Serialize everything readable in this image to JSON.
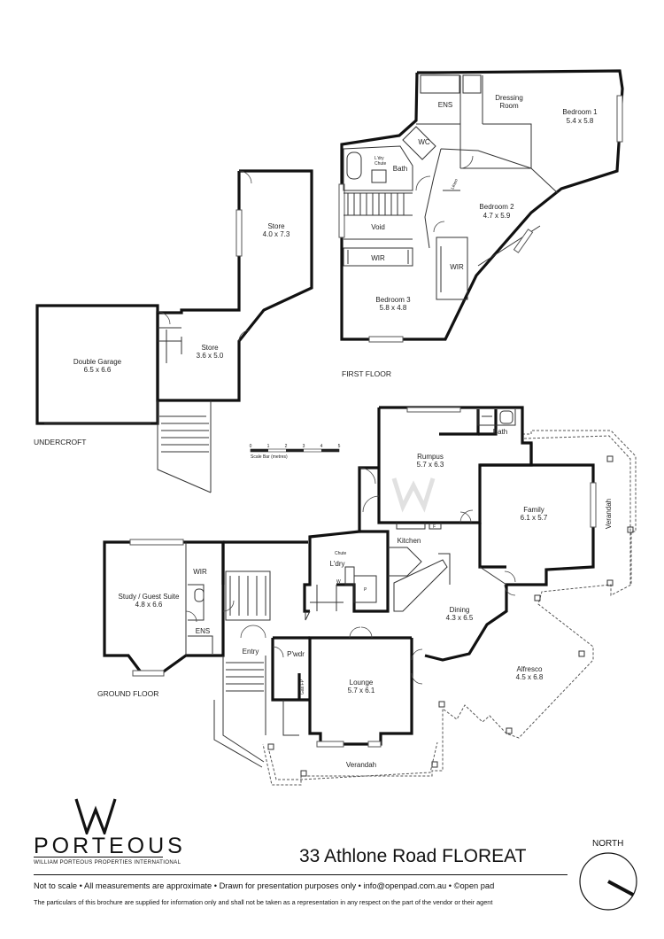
{
  "rooms": {
    "bedroom1": {
      "name": "Bedroom 1",
      "dims": "5.4 x 5.8"
    },
    "dressing": {
      "name": "Dressing",
      "name2": "Room"
    },
    "ens_first": "ENS",
    "wc": "WC",
    "ldry_chute": {
      "line1": "L'dry",
      "line2": "Chute"
    },
    "bath_first": "Bath",
    "linen": "Linen",
    "bedroom2": {
      "name": "Bedroom 2",
      "dims": "4.7 x 5.9"
    },
    "void": "Void",
    "wir_bed3": "WIR",
    "wir_bed2": "WIR",
    "bedroom3": {
      "name": "Bedroom 3",
      "dims": "5.8 x 4.8"
    },
    "store_large": {
      "name": "Store",
      "dims": "4.0 x 7.3"
    },
    "store_small": {
      "name": "Store",
      "dims": "3.6 x 5.0"
    },
    "double_garage": {
      "name": "Double Garage",
      "dims": "6.5 x 6.6"
    },
    "rumpus": {
      "name": "Rumpus",
      "dims": "5.7 x 6.3"
    },
    "bath_ground": "Bath",
    "family": {
      "name": "Family",
      "dims": "6.1 x 5.7"
    },
    "verandah_east": "Verandah",
    "kitchen": "Kitchen",
    "fridge": "F",
    "chute": "Chute",
    "ldry": "L'dry",
    "w": "W",
    "pantry": "P",
    "study": {
      "name": "Study / Guest Suite",
      "dims": "4.8 x 6.6"
    },
    "wir_study": "WIR",
    "ens_ground": "ENS",
    "entry": "Entry",
    "pwdr": "P'wdr",
    "gas_fp": "Gas FP",
    "lounge": {
      "name": "Lounge",
      "dims": "5.7 x 6.1"
    },
    "dining": {
      "name": "Dining",
      "dims": "4.3 x 6.5"
    },
    "alfresco": {
      "name": "Alfresco",
      "dims": "4.5 x 6.8"
    },
    "verandah_south": "Verandah"
  },
  "labels": {
    "first_floor": "FIRST FLOOR",
    "undercroft": "UNDERCROFT",
    "ground_floor": "GROUND FLOOR"
  },
  "scale_bar": {
    "ticks": [
      "0",
      "1",
      "2",
      "3",
      "4",
      "5"
    ],
    "caption": "Scale Bar (metres)"
  },
  "branding": {
    "logo_letter": "W",
    "name": "PORTEOUS",
    "tagline": "WILLIAM PORTEOUS PROPERTIES INTERNATIONAL"
  },
  "address": "33 Athlone Road FLOREAT",
  "north_label": "NORTH",
  "disclaimer_line1": "Not to scale  •  All measurements are approximate  •  Drawn for presentation purposes only  •  info@openpad.com.au  •  ©open pad",
  "disclaimer_line2": "The particulars of this brochure are supplied for information only and shall not be taken as a representation in any respect on the part of the vendor or their agent"
}
